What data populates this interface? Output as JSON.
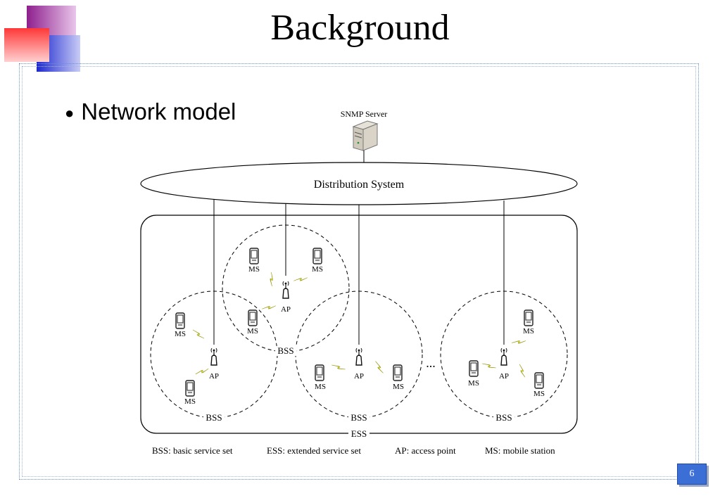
{
  "slide": {
    "title": "Background",
    "bullet": "Network model",
    "page_number": "6"
  },
  "diagram": {
    "server_label": "SNMP Server",
    "distribution_label": "Distribution System",
    "bss_label": "BSS",
    "ess_label": "ESS",
    "ap_label": "AP",
    "ms_label": "MS",
    "ellipsis": "...",
    "legend": [
      "BSS: basic service set",
      "ESS: extended service set",
      "AP: access point",
      "MS: mobile station"
    ]
  },
  "colors": {
    "deco_purple": "#9b2c9b",
    "deco_red": "#ff4040",
    "deco_blue": "#2b34d8",
    "page_box": "#3b6fd6",
    "signal_bolt": "#e6e62a"
  }
}
